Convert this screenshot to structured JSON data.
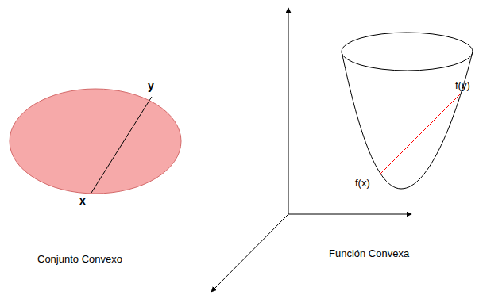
{
  "diagram": {
    "labels": [
      "y",
      "x",
      "f(y)",
      "f(x)",
      "Conjunto Convexo",
      "Función Convexa"
    ]
  }
}
